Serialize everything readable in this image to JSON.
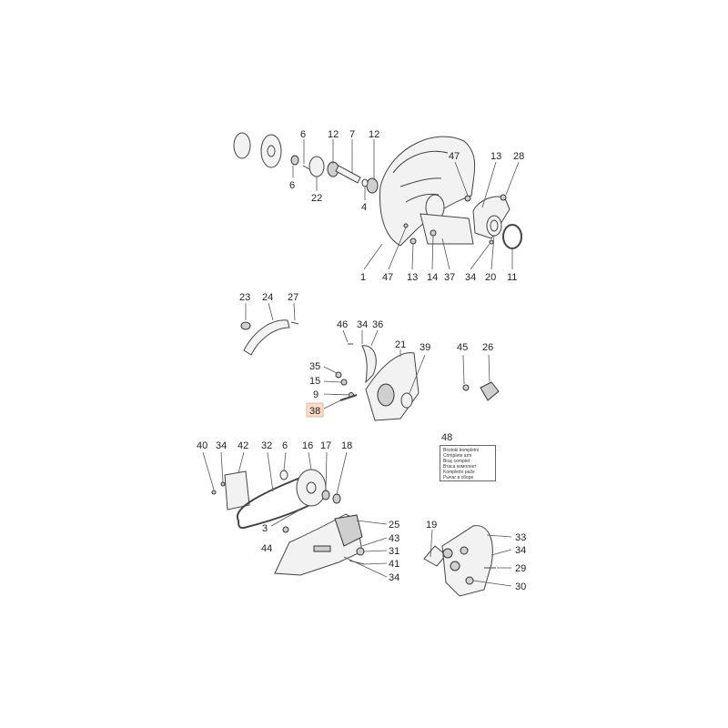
{
  "diagram": {
    "labels": {
      "l6a": "6",
      "l12a": "12",
      "l7": "7",
      "l12b": "12",
      "l6b": "6",
      "l22": "22",
      "l4": "4",
      "l47a": "47",
      "l13a": "13",
      "l28": "28",
      "l1": "1",
      "l47b": "47",
      "l13b": "13",
      "l14": "14",
      "l37": "37",
      "l34a": "34",
      "l20": "20",
      "l11": "11",
      "l23": "23",
      "l24": "24",
      "l27": "27",
      "l46": "46",
      "l34b": "34",
      "l36": "36",
      "l21": "21",
      "l39": "39",
      "l45": "45",
      "l26": "26",
      "l35": "35",
      "l15": "15",
      "l9": "9",
      "l38": "38",
      "l48": "48",
      "l40": "40",
      "l34c": "34",
      "l42": "42",
      "l32": "32",
      "l6c": "6",
      "l16": "16",
      "l17": "17",
      "l18": "18",
      "l3": "3",
      "l44": "44",
      "l25": "25",
      "l43": "43",
      "l31": "31",
      "l41": "41",
      "l34d": "34",
      "l19": "19",
      "l33": "33",
      "l34e": "34",
      "l29": "29",
      "l30": "30"
    },
    "highlighted_label": "38",
    "highlight_color": "#f7dcc9",
    "kit_box": {
      "lines": [
        "Bostoki kompletni",
        "Complete arm",
        "Braç complet",
        "Втаса комплект",
        "Kompletní paže",
        "Рычаг в сборе"
      ]
    }
  }
}
